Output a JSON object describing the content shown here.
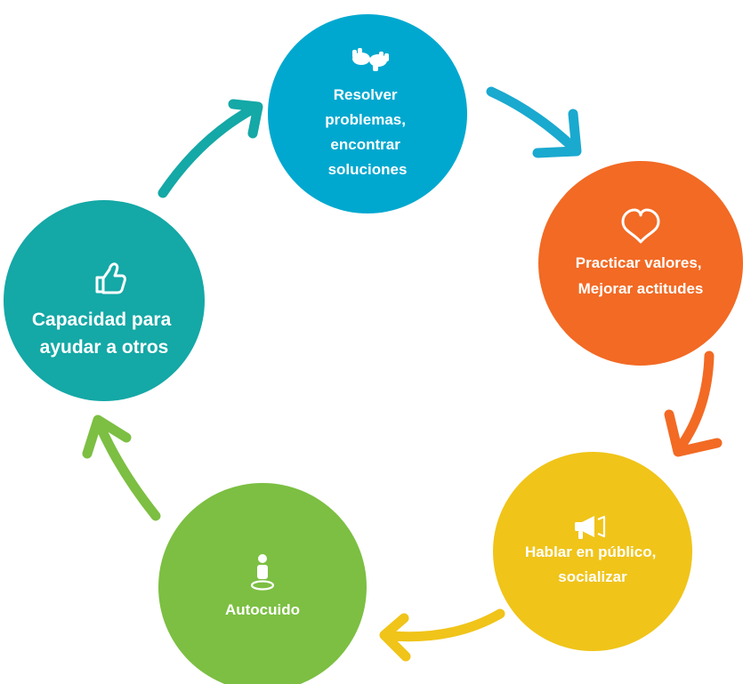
{
  "diagram": {
    "type": "cycle",
    "nodes": [
      {
        "id": "resolver",
        "lines": [
          "Resolver",
          "problemas,",
          "encontrar",
          "soluciones"
        ],
        "icon": "sign-language-icon",
        "color": "#00a8cf"
      },
      {
        "id": "practicar",
        "lines": [
          "Practicar valores,",
          "Mejorar actitudes"
        ],
        "icon": "heart-outline-icon",
        "color": "#f26a24"
      },
      {
        "id": "hablar",
        "lines": [
          "Hablar en público,",
          "socializar"
        ],
        "icon": "megaphone-icon",
        "color": "#f0c419"
      },
      {
        "id": "autocuido",
        "lines": [
          "Autocuido"
        ],
        "icon": "person-standing-icon",
        "color": "#7cbf42"
      },
      {
        "id": "capacidad",
        "lines": [
          "Capacidad para",
          "ayudar a otros"
        ],
        "icon": "thumbs-up-icon",
        "color": "#14a8a6"
      }
    ],
    "arrows": [
      {
        "from": "resolver",
        "to": "practicar",
        "color": "#1aa9cf"
      },
      {
        "from": "practicar",
        "to": "hablar",
        "color": "#f26a24"
      },
      {
        "from": "hablar",
        "to": "autocuido",
        "color": "#f0c419"
      },
      {
        "from": "autocuido",
        "to": "capacidad",
        "color": "#7cbf42"
      },
      {
        "from": "capacidad",
        "to": "resolver",
        "color": "#14a8a6"
      }
    ]
  }
}
